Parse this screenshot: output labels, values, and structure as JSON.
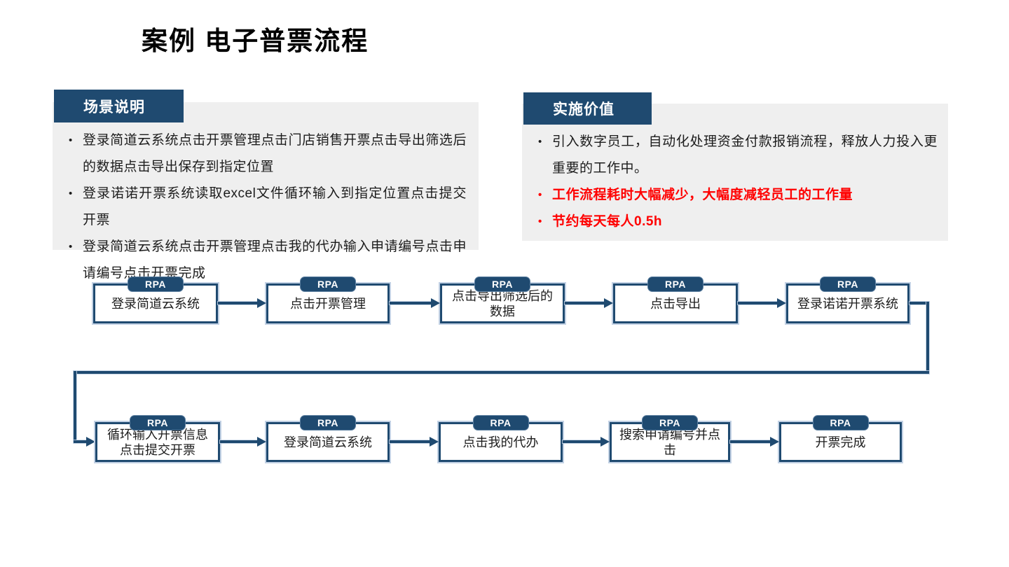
{
  "slide": {
    "title": "案例  电子普票流程"
  },
  "scenario": {
    "header": "场景说明",
    "bullet_marker": "•",
    "bullets": [
      "登录简道云系统点击开票管理点击门店销售开票点击导出筛选后的数据点击导出保存到指定位置",
      "登录诺诺开票系统读取excel文件循环输入到指定位置点击提交开票",
      "登录简道云系统点击开票管理点击我的代办输入申请编号点击申请编号点击开票完成"
    ]
  },
  "value": {
    "header": "实施价值",
    "bullet_marker": "•",
    "bullets": [
      {
        "text": "引入数字员工，自动化处理资金付款报销流程，释放人力投入更重要的工作中。",
        "emphasis": false
      },
      {
        "text": "工作流程耗时大幅减少，大幅度减轻员工的工作量",
        "emphasis": true
      },
      {
        "text": "节约每天每人0.5h",
        "emphasis": true
      }
    ]
  },
  "flow": {
    "tag_label": "RPA",
    "row1": [
      {
        "label": "登录简道云系统"
      },
      {
        "label": "点击开票管理"
      },
      {
        "label": "点击导出筛选后的\n数据"
      },
      {
        "label": "点击导出"
      },
      {
        "label": "登录诺诺开票系统"
      }
    ],
    "row2": [
      {
        "label": "循环输入开票信息\n点击提交开票"
      },
      {
        "label": "登录简道云系统"
      },
      {
        "label": "点击我的代办"
      },
      {
        "label": "搜索申请编号并点\n击"
      },
      {
        "label": "开票完成"
      }
    ]
  },
  "colors": {
    "navy": "#1f4a70",
    "halo": "#c2d1e4",
    "panel_gray": "#efefef",
    "emphasis_red": "#ff0000"
  }
}
